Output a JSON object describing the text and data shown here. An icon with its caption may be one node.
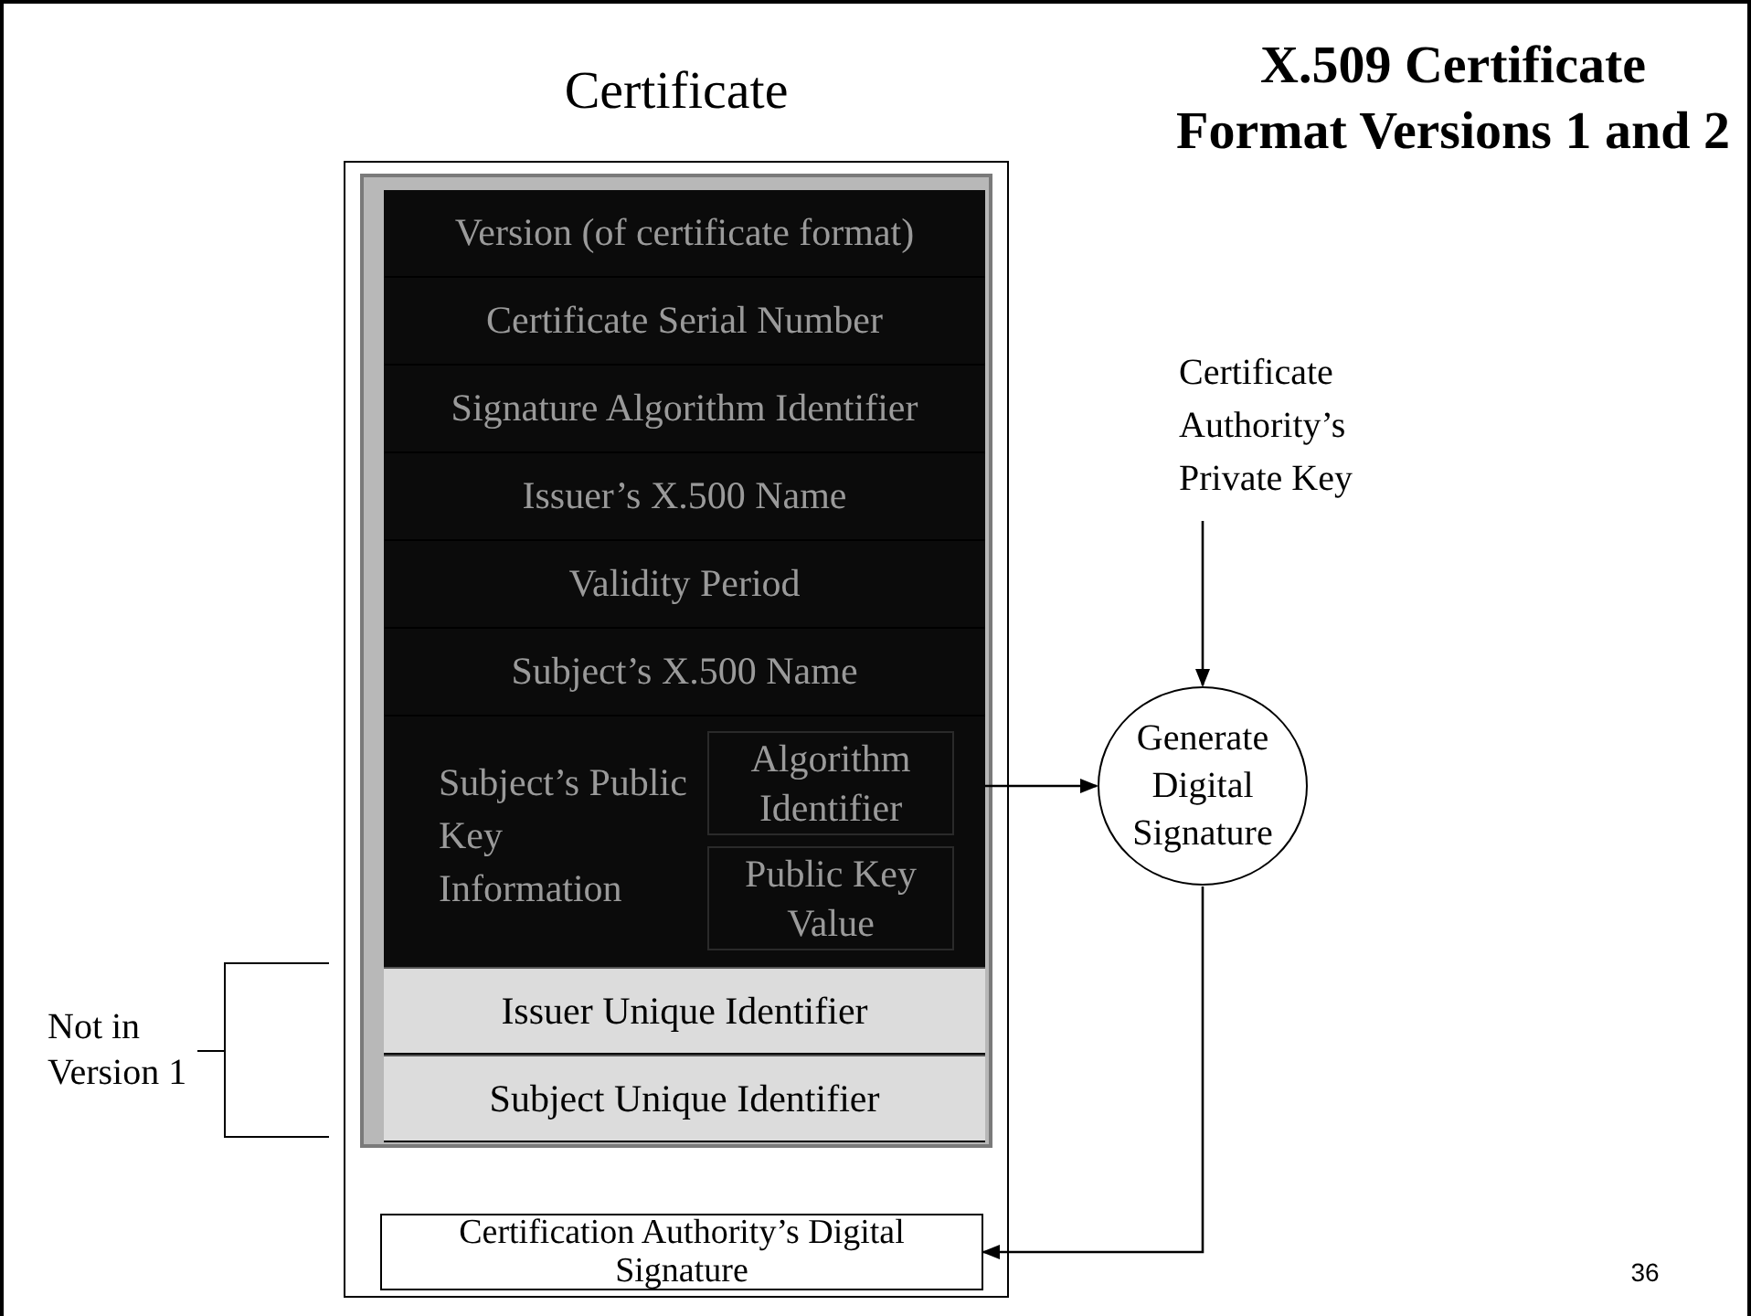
{
  "diagram": {
    "title": "X.509 Certificate Format Versions 1 and 2",
    "nodes": [
      {
        "text": [
          "Certificate"
        ]
      },
      {
        "text": [],
        "shape": "box",
        "in": 0
      },
      {
        "text": [
          "Version (of certificate format)"
        ],
        "in": 1
      },
      {
        "text": [
          "Certificate Serial Number"
        ],
        "in": 1
      },
      {
        "text": [
          "Signature Algorithm Identifier"
        ],
        "in": 1
      },
      {
        "text": [
          "Issuer’s X.500 Name"
        ],
        "in": 1
      },
      {
        "text": [
          "Validity Period"
        ],
        "in": 1
      },
      {
        "text": [
          "Subject’s X.500 Name"
        ],
        "in": 1
      },
      {
        "text": [
          "Subject’s Public Key Information"
        ],
        "in": 1
      },
      {
        "text": [
          "Algorithm Identifier"
        ],
        "in": 8
      },
      {
        "text": [
          "Public Key Value"
        ],
        "in": 8
      },
      {
        "text": [
          "Issuer Unique Identifier"
        ],
        "in": 1
      },
      {
        "text": [
          "Subject Unique Identifier"
        ],
        "in": 1
      },
      {
        "text": [
          "Certification Authority’s Digital Signature"
        ],
        "in": 0
      },
      {
        "text": [
          "Generate Digital Signature"
        ]
      },
      {
        "text": [
          "Certificate Authority’s Private Key"
        ]
      }
    ],
    "edges": [
      {
        "from": 15,
        "to": 14,
        "arrow": "to"
      },
      {
        "from": 8,
        "to": 14,
        "arrow": "to"
      },
      {
        "from": 14,
        "to": 13,
        "arrow": "to"
      }
    ],
    "labels": [
      "Not in Version 1",
      "36"
    ]
  }
}
